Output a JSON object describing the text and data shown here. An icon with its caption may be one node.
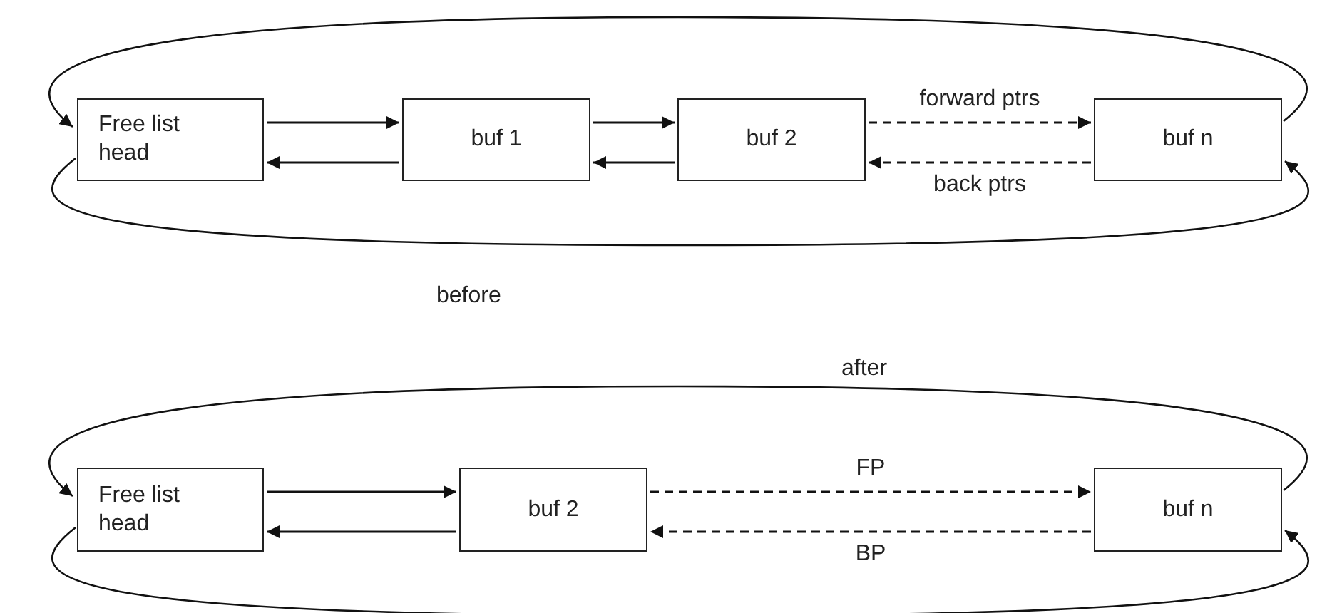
{
  "diagram": {
    "nodes": [
      {
        "text": [
          "Free list head"
        ]
      },
      {
        "text": [
          "buf 1"
        ]
      },
      {
        "text": [
          "buf 2"
        ]
      },
      {
        "text": [
          "buf n"
        ]
      },
      {
        "text": [
          "Free list head"
        ]
      },
      {
        "text": [
          "buf 2"
        ]
      },
      {
        "text": [
          "buf n"
        ]
      }
    ],
    "edges": [
      {
        "from": 0,
        "to": 1,
        "arrow": "to"
      },
      {
        "from": 1,
        "to": 0,
        "arrow": "to"
      },
      {
        "from": 1,
        "to": 2,
        "arrow": "to"
      },
      {
        "from": 2,
        "to": 1,
        "arrow": "to"
      },
      {
        "from": 2,
        "to": 3,
        "arrow": "to",
        "label": "forward ptrs",
        "style": "dashed"
      },
      {
        "from": 3,
        "to": 2,
        "arrow": "to",
        "label": "back ptrs",
        "style": "dashed"
      },
      {
        "from": 3,
        "to": 0,
        "arrow": "to"
      },
      {
        "from": 0,
        "to": 3,
        "arrow": "to"
      },
      {
        "from": 4,
        "to": 5,
        "arrow": "to"
      },
      {
        "from": 5,
        "to": 4,
        "arrow": "to"
      },
      {
        "from": 5,
        "to": 6,
        "arrow": "to",
        "label": "FP",
        "style": "dashed"
      },
      {
        "from": 6,
        "to": 5,
        "arrow": "to",
        "label": "BP",
        "style": "dashed"
      },
      {
        "from": 6,
        "to": 4,
        "arrow": "to"
      },
      {
        "from": 4,
        "to": 6,
        "arrow": "to"
      }
    ],
    "labels": [
      "before",
      "after"
    ]
  }
}
